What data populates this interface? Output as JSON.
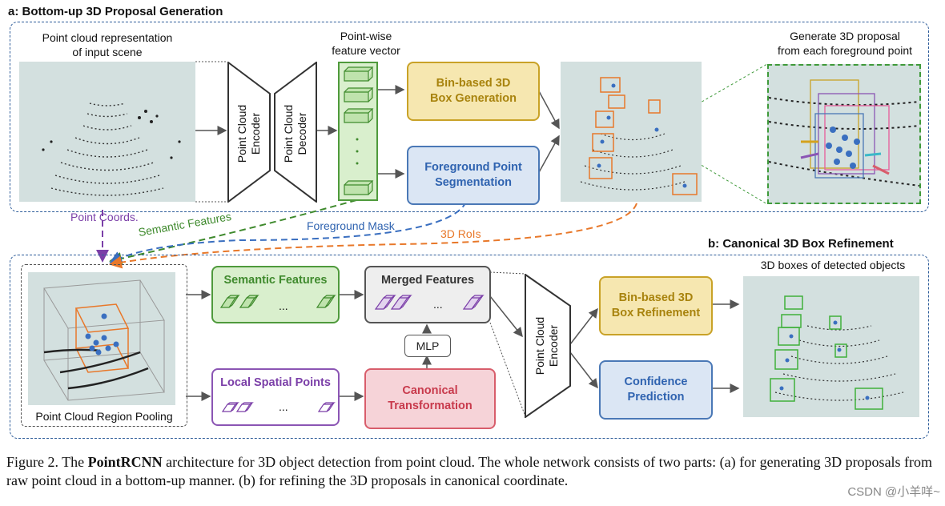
{
  "section_a": {
    "title": "a: Bottom-up 3D Proposal Generation",
    "input_label_line1": "Point cloud representation",
    "input_label_line2": "of input scene",
    "encoder_line1": "Point Cloud",
    "encoder_line2": "Encoder",
    "decoder_line1": "Point Cloud",
    "decoder_line2": "Decoder",
    "feature_label_line1": "Point-wise",
    "feature_label_line2": "feature vector",
    "box_gen_line1": "Bin-based 3D",
    "box_gen_line2": "Box Generation",
    "seg_line1": "Foreground Point",
    "seg_line2": "Segmentation",
    "proposal_label_line1": "Generate 3D proposal",
    "proposal_label_line2": "from each foreground point"
  },
  "flows": {
    "point_coords": "Point Coords.",
    "semantic_features": "Semantic Features",
    "foreground_mask": "Foreground Mask",
    "rois": "3D RoIs"
  },
  "section_b": {
    "title": "b: Canonical 3D Box Refinement",
    "pooling_label": "Point Cloud Region Pooling",
    "semantic_features": "Semantic Features",
    "merged_features": "Merged Features",
    "local_spatial_points": "Local Spatial Points",
    "canonical_line1": "Canonical",
    "canonical_line2": "Transformation",
    "mlp": "MLP",
    "encoder_line1": "Point Cloud",
    "encoder_line2": "Encoder",
    "refine_line1": "Bin-based 3D",
    "refine_line2": "Box Refinement",
    "conf_line1": "Confidence",
    "conf_line2": "Prediction",
    "detected_label": "3D boxes of detected objects",
    "ellipsis": "..."
  },
  "caption": {
    "prefix": "Figure 2. The ",
    "name": "PointRCNN",
    "rest": " architecture for 3D object detection from point cloud.  The whole network consists of two parts: (a) for generating 3D proposals from raw point cloud in a bottom-up manner. (b) for refining the 3D proposals in canonical coordinate."
  },
  "watermark": "CSDN @小羊咩~",
  "colors": {
    "panel_border": "#2f5d9a",
    "yellow_fill": "#f6e7b0",
    "yellow_border": "#c9a227",
    "yellow_text": "#a8830d",
    "blue_fill": "#dbe6f4",
    "blue_border": "#4a78b6",
    "blue_text": "#2f63b0",
    "green_fill": "#d9efcd",
    "green_border": "#4f9a3c",
    "green_text": "#3f8a2d",
    "purple_border": "#8b55b4",
    "purple_text": "#7b3fa8",
    "red_fill": "#f6d3d8",
    "red_border": "#d85d6b",
    "red_text": "#c83a4c",
    "orange": "#e8782a"
  }
}
